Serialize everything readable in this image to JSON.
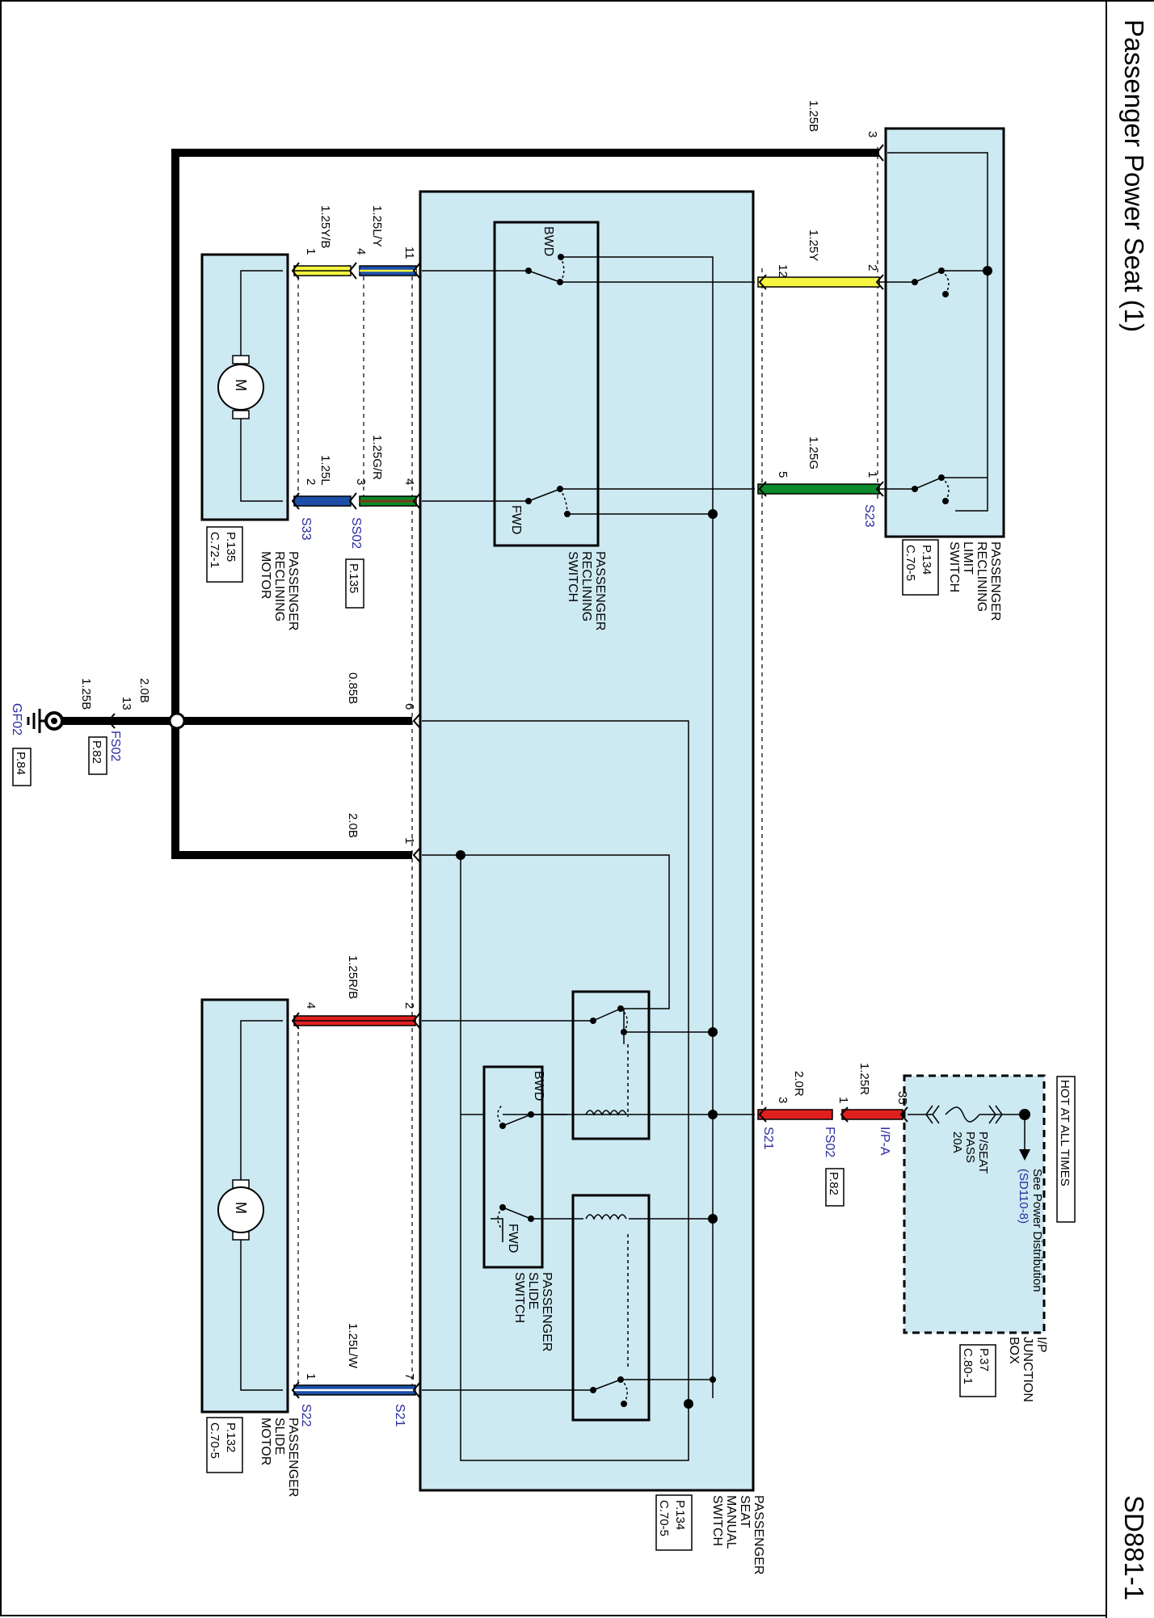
{
  "page": {
    "title": "Passenger Power Seat (1)",
    "code": "SD881-1"
  },
  "components": {
    "limit_switch": {
      "name": [
        "PASSENGER",
        "RECLINING",
        "LIMIT",
        "SWITCH"
      ],
      "ref_page": "P.134",
      "connector": "C.70-5"
    },
    "reclining_motor": {
      "name": [
        "PASSENGER",
        "RECLINING",
        "MOTOR"
      ],
      "ref_page": "P.135",
      "connector": "C.72-1",
      "symbol": "M"
    },
    "reclining_switch": {
      "name": [
        "PASSENGER",
        "RECLINING",
        "SWITCH"
      ],
      "bwd": "BWD",
      "fwd": "FWD"
    },
    "manual_switch": {
      "name": [
        "PASSENGER",
        "SEAT",
        "MANUAL",
        "SWITCH"
      ],
      "ref_page": "P.134",
      "connector": "C.70-5"
    },
    "slide_switch": {
      "name": [
        "PASSENGER",
        "SLIDE",
        "SWITCH"
      ],
      "bwd": "BWD",
      "fwd": "FWD"
    },
    "slide_motor": {
      "name": [
        "PASSENGER",
        "SLIDE",
        "MOTOR"
      ],
      "ref_page": "P.132",
      "connector": "C.70-5",
      "symbol": "M"
    },
    "junction_box": {
      "name": [
        "I/P",
        "JUNCTION",
        "BOX"
      ],
      "ref_page": "P.37",
      "connector": "C.80-1",
      "hot_label": "HOT AT ALL TIMES",
      "fuse_lines": [
        "P/SEAT",
        "PASS",
        "20A"
      ],
      "see_text": "See Power Distribution",
      "see_ref": "(SD110-8)"
    }
  },
  "wires": {
    "w_125b_top": "1.25B",
    "w_125yb": "1.25Y/B",
    "w_125ly": "1.25L/Y",
    "w_125y": "1.25Y",
    "w_125l": "1.25L",
    "w_125gr": "1.25G/R",
    "w_125g": "1.25G",
    "w_20b_gnd": "2.0B",
    "w_125b_gnd": "1.25B",
    "w_085b": "0.85B",
    "w_20b_pin1": "2.0B",
    "w_125rb": "1.25R/B",
    "w_20r": "2.0R",
    "w_125r": "1.25R",
    "w_125lw": "1.25L/W"
  },
  "pins": {
    "ls_3": "3",
    "ls_2": "2",
    "ls_1": "1",
    "ms_12": "12",
    "ms_5": "5",
    "ms_11": "11",
    "ms_4": "4",
    "ms_6": "6",
    "ms_1": "1",
    "ms_2": "2",
    "ms_3": "3",
    "ms_7": "7",
    "rm_1": "1",
    "rm_2": "2",
    "j_4": "4",
    "j_3": "3",
    "gnd_13": "13",
    "sm_4": "4",
    "sm_1": "1",
    "jb_35": "35",
    "fs_1": "1"
  },
  "connectors": {
    "s33": "S33",
    "ss02": "SS02",
    "ss02_ref": "P.135",
    "s23": "S23",
    "fs02_gnd": "FS02",
    "fs02_gnd_ref": "P.82",
    "gf02": "GF02",
    "gf02_ref": "P.84",
    "s21_power": "S21",
    "fs02_pwr": "FS02",
    "fs02_pwr_ref": "P.82",
    "ipa": "I/P-A",
    "s22": "S22",
    "s21_slide": "S21"
  },
  "colors": {
    "box_fill": "#cde9f2",
    "yellow": "#f5f542",
    "green": "#0a8a2a",
    "blue": "#1d4fa8",
    "red": "#e02020",
    "brown": "#7a3b1a",
    "connector_text": "#2a2aa0"
  }
}
